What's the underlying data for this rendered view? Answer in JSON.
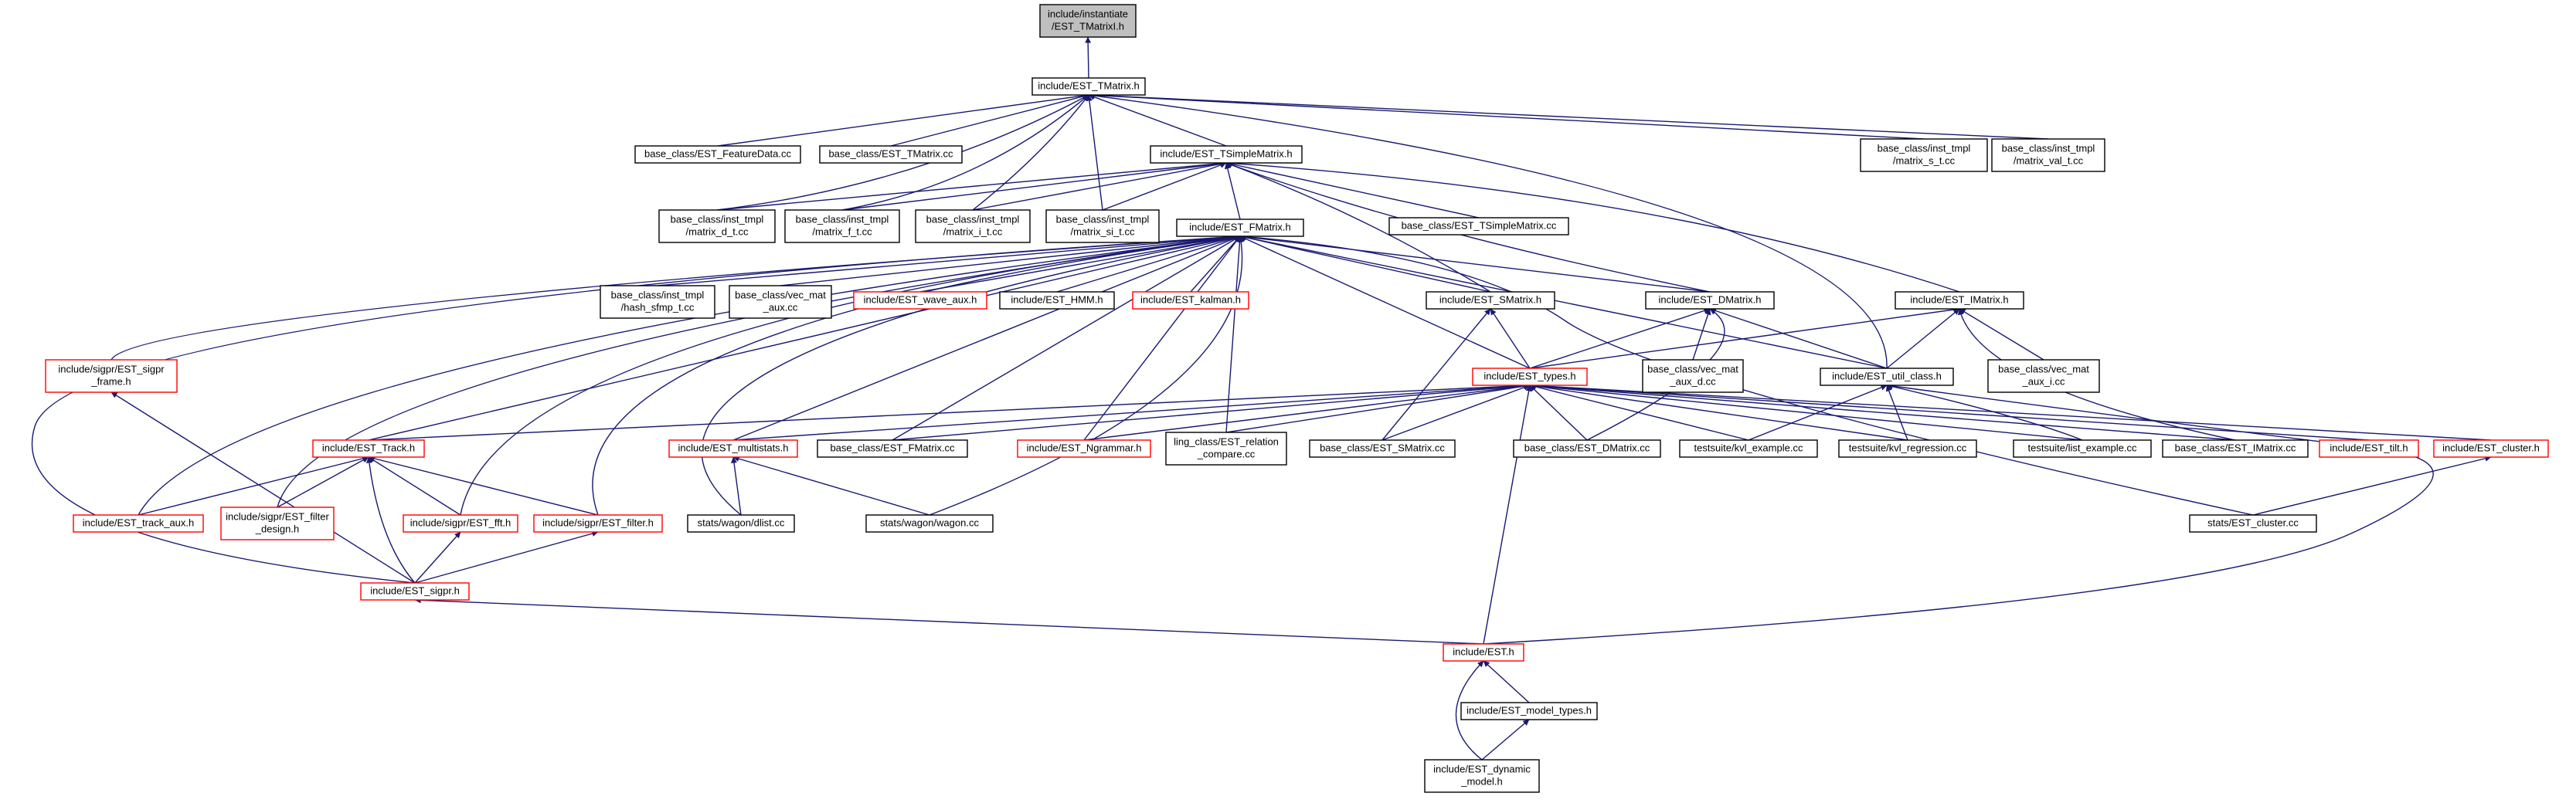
{
  "colors": {
    "edge": "#191970",
    "border_black": "#000000",
    "border_red": "#ff0000",
    "root_fill": "#bfbfbf"
  },
  "nodes": [
    {
      "id": "root",
      "lines": [
        "include/instantiate",
        "/EST_TMatrixI.h"
      ],
      "style": "root"
    },
    {
      "id": "tmatrix",
      "lines": [
        "include/EST_TMatrix.h"
      ],
      "style": "black"
    },
    {
      "id": "featdata",
      "lines": [
        "base_class/EST_FeatureData.cc"
      ],
      "style": "black"
    },
    {
      "id": "tmatrixcc",
      "lines": [
        "base_class/EST_TMatrix.cc"
      ],
      "style": "black"
    },
    {
      "id": "tsimple",
      "lines": [
        "include/EST_TSimpleMatrix.h"
      ],
      "style": "black"
    },
    {
      "id": "mst",
      "lines": [
        "base_class/inst_tmpl",
        "/matrix_s_t.cc"
      ],
      "style": "black"
    },
    {
      "id": "mvalt",
      "lines": [
        "base_class/inst_tmpl",
        "/matrix_val_t.cc"
      ],
      "style": "black"
    },
    {
      "id": "mdt",
      "lines": [
        "base_class/inst_tmpl",
        "/matrix_d_t.cc"
      ],
      "style": "black"
    },
    {
      "id": "mft",
      "lines": [
        "base_class/inst_tmpl",
        "/matrix_f_t.cc"
      ],
      "style": "black"
    },
    {
      "id": "mit",
      "lines": [
        "base_class/inst_tmpl",
        "/matrix_i_t.cc"
      ],
      "style": "black"
    },
    {
      "id": "msit",
      "lines": [
        "base_class/inst_tmpl",
        "/matrix_si_t.cc"
      ],
      "style": "black"
    },
    {
      "id": "tsimplecc",
      "lines": [
        "base_class/EST_TSimpleMatrix.cc"
      ],
      "style": "black"
    },
    {
      "id": "fmatrix",
      "lines": [
        "include/EST_FMatrix.h"
      ],
      "style": "black"
    },
    {
      "id": "hashsfmp",
      "lines": [
        "base_class/inst_tmpl",
        "/hash_sfmp_t.cc"
      ],
      "style": "black"
    },
    {
      "id": "vecmataux",
      "lines": [
        "base_class/vec_mat",
        "_aux.cc"
      ],
      "style": "black"
    },
    {
      "id": "waveaux",
      "lines": [
        "include/EST_wave_aux.h"
      ],
      "style": "red"
    },
    {
      "id": "hmm",
      "lines": [
        "include/EST_HMM.h"
      ],
      "style": "black"
    },
    {
      "id": "kalman",
      "lines": [
        "include/EST_kalman.h"
      ],
      "style": "red"
    },
    {
      "id": "smatrix",
      "lines": [
        "include/EST_SMatrix.h"
      ],
      "style": "black"
    },
    {
      "id": "dmatrix",
      "lines": [
        "include/EST_DMatrix.h"
      ],
      "style": "black"
    },
    {
      "id": "imatrix",
      "lines": [
        "include/EST_IMatrix.h"
      ],
      "style": "black"
    },
    {
      "id": "sigprframe",
      "lines": [
        "include/sigpr/EST_sigpr",
        "_frame.h"
      ],
      "style": "red"
    },
    {
      "id": "types",
      "lines": [
        "include/EST_types.h"
      ],
      "style": "red"
    },
    {
      "id": "vecmatauxd",
      "lines": [
        "base_class/vec_mat",
        "_aux_d.cc"
      ],
      "style": "black"
    },
    {
      "id": "utilclass",
      "lines": [
        "include/EST_util_class.h"
      ],
      "style": "black"
    },
    {
      "id": "vecmatauxi",
      "lines": [
        "base_class/vec_mat",
        "_aux_i.cc"
      ],
      "style": "black"
    },
    {
      "id": "track",
      "lines": [
        "include/EST_Track.h"
      ],
      "style": "red"
    },
    {
      "id": "multistats",
      "lines": [
        "include/EST_multistats.h"
      ],
      "style": "red"
    },
    {
      "id": "fmatrixcc",
      "lines": [
        "base_class/EST_FMatrix.cc"
      ],
      "style": "black"
    },
    {
      "id": "ngrammar",
      "lines": [
        "include/EST_Ngrammar.h"
      ],
      "style": "red"
    },
    {
      "id": "lingrel",
      "lines": [
        "ling_class/EST_relation",
        "_compare.cc"
      ],
      "style": "black"
    },
    {
      "id": "smatrixcc",
      "lines": [
        "base_class/EST_SMatrix.cc"
      ],
      "style": "black"
    },
    {
      "id": "dmatrixcc",
      "lines": [
        "base_class/EST_DMatrix.cc"
      ],
      "style": "black"
    },
    {
      "id": "kvlex",
      "lines": [
        "testsuite/kvl_example.cc"
      ],
      "style": "black"
    },
    {
      "id": "kvlreg",
      "lines": [
        "testsuite/kvl_regression.cc"
      ],
      "style": "black"
    },
    {
      "id": "listex",
      "lines": [
        "testsuite/list_example.cc"
      ],
      "style": "black"
    },
    {
      "id": "imatrixcc",
      "lines": [
        "base_class/EST_IMatrix.cc"
      ],
      "style": "black"
    },
    {
      "id": "tilt",
      "lines": [
        "include/EST_tilt.h"
      ],
      "style": "red"
    },
    {
      "id": "cluster",
      "lines": [
        "include/EST_cluster.h"
      ],
      "style": "red"
    },
    {
      "id": "trackaux",
      "lines": [
        "include/EST_track_aux.h"
      ],
      "style": "red"
    },
    {
      "id": "filterdes",
      "lines": [
        "include/sigpr/EST_filter",
        "_design.h"
      ],
      "style": "red"
    },
    {
      "id": "fft",
      "lines": [
        "include/sigpr/EST_fft.h"
      ],
      "style": "red"
    },
    {
      "id": "filter",
      "lines": [
        "include/sigpr/EST_filter.h"
      ],
      "style": "red"
    },
    {
      "id": "dlist",
      "lines": [
        "stats/wagon/dlist.cc"
      ],
      "style": "black"
    },
    {
      "id": "wagon",
      "lines": [
        "stats/wagon/wagon.cc"
      ],
      "style": "black"
    },
    {
      "id": "clustercc",
      "lines": [
        "stats/EST_cluster.cc"
      ],
      "style": "black"
    },
    {
      "id": "sigpr",
      "lines": [
        "include/EST_sigpr.h"
      ],
      "style": "red"
    },
    {
      "id": "est",
      "lines": [
        "include/EST.h"
      ],
      "style": "red"
    },
    {
      "id": "modeltypes",
      "lines": [
        "include/EST_model_types.h"
      ],
      "style": "black"
    },
    {
      "id": "dynmodel",
      "lines": [
        "include/EST_dynamic",
        "_model.h"
      ],
      "style": "black"
    }
  ],
  "edges": [
    [
      "tmatrix",
      "root"
    ],
    [
      "featdata",
      "tmatrix"
    ],
    [
      "tmatrixcc",
      "tmatrix"
    ],
    [
      "tsimple",
      "tmatrix"
    ],
    [
      "mst",
      "tmatrix"
    ],
    [
      "mvalt",
      "tmatrix"
    ],
    [
      "mdt",
      "tmatrix"
    ],
    [
      "mft",
      "tmatrix"
    ],
    [
      "mit",
      "tmatrix"
    ],
    [
      "msit",
      "tmatrix"
    ],
    [
      "utilclass",
      "tmatrix"
    ],
    [
      "mdt",
      "tsimple"
    ],
    [
      "mft",
      "tsimple"
    ],
    [
      "mit",
      "tsimple"
    ],
    [
      "msit",
      "tsimple"
    ],
    [
      "tsimplecc",
      "tsimple"
    ],
    [
      "fmatrix",
      "tsimple"
    ],
    [
      "smatrix",
      "tsimple"
    ],
    [
      "dmatrix",
      "tsimple"
    ],
    [
      "imatrix",
      "tsimple"
    ],
    [
      "hashsfmp",
      "fmatrix"
    ],
    [
      "vecmataux",
      "fmatrix"
    ],
    [
      "waveaux",
      "fmatrix"
    ],
    [
      "hmm",
      "fmatrix"
    ],
    [
      "kalman",
      "fmatrix"
    ],
    [
      "smatrix",
      "fmatrix"
    ],
    [
      "dmatrix",
      "fmatrix"
    ],
    [
      "utilclass",
      "fmatrix"
    ],
    [
      "sigprframe",
      "fmatrix"
    ],
    [
      "types",
      "fmatrix"
    ],
    [
      "track",
      "fmatrix"
    ],
    [
      "multistats",
      "fmatrix"
    ],
    [
      "fmatrixcc",
      "fmatrix"
    ],
    [
      "ngrammar",
      "fmatrix"
    ],
    [
      "lingrel",
      "fmatrix"
    ],
    [
      "trackaux",
      "fmatrix"
    ],
    [
      "filterdes",
      "fmatrix"
    ],
    [
      "fft",
      "fmatrix"
    ],
    [
      "filter",
      "fmatrix"
    ],
    [
      "dlist",
      "fmatrix"
    ],
    [
      "wagon",
      "fmatrix"
    ],
    [
      "clustercc",
      "fmatrix"
    ],
    [
      "sigpr",
      "fmatrix"
    ],
    [
      "types",
      "smatrix"
    ],
    [
      "smatrixcc",
      "smatrix"
    ],
    [
      "types",
      "dmatrix"
    ],
    [
      "vecmatauxd",
      "dmatrix"
    ],
    [
      "utilclass",
      "dmatrix"
    ],
    [
      "dmatrixcc",
      "dmatrix"
    ],
    [
      "types",
      "imatrix"
    ],
    [
      "vecmatauxi",
      "imatrix"
    ],
    [
      "utilclass",
      "imatrix"
    ],
    [
      "imatrixcc",
      "imatrix"
    ],
    [
      "track",
      "types"
    ],
    [
      "multistats",
      "types"
    ],
    [
      "fmatrixcc",
      "types"
    ],
    [
      "ngrammar",
      "types"
    ],
    [
      "lingrel",
      "types"
    ],
    [
      "smatrixcc",
      "types"
    ],
    [
      "dmatrixcc",
      "types"
    ],
    [
      "kvlex",
      "types"
    ],
    [
      "kvlreg",
      "types"
    ],
    [
      "listex",
      "types"
    ],
    [
      "imatrixcc",
      "types"
    ],
    [
      "tilt",
      "types"
    ],
    [
      "cluster",
      "types"
    ],
    [
      "est",
      "types"
    ],
    [
      "kvlex",
      "utilclass"
    ],
    [
      "kvlreg",
      "utilclass"
    ],
    [
      "listex",
      "utilclass"
    ],
    [
      "est",
      "utilclass"
    ],
    [
      "sigpr",
      "sigprframe"
    ],
    [
      "trackaux",
      "track"
    ],
    [
      "filterdes",
      "track"
    ],
    [
      "fft",
      "track"
    ],
    [
      "filter",
      "track"
    ],
    [
      "sigpr",
      "track"
    ],
    [
      "dlist",
      "multistats"
    ],
    [
      "wagon",
      "multistats"
    ],
    [
      "clustercc",
      "cluster"
    ],
    [
      "sigpr",
      "fft"
    ],
    [
      "sigpr",
      "filter"
    ],
    [
      "est",
      "sigpr"
    ],
    [
      "modeltypes",
      "est"
    ],
    [
      "dynmodel",
      "est"
    ],
    [
      "dynmodel",
      "modeltypes"
    ]
  ]
}
